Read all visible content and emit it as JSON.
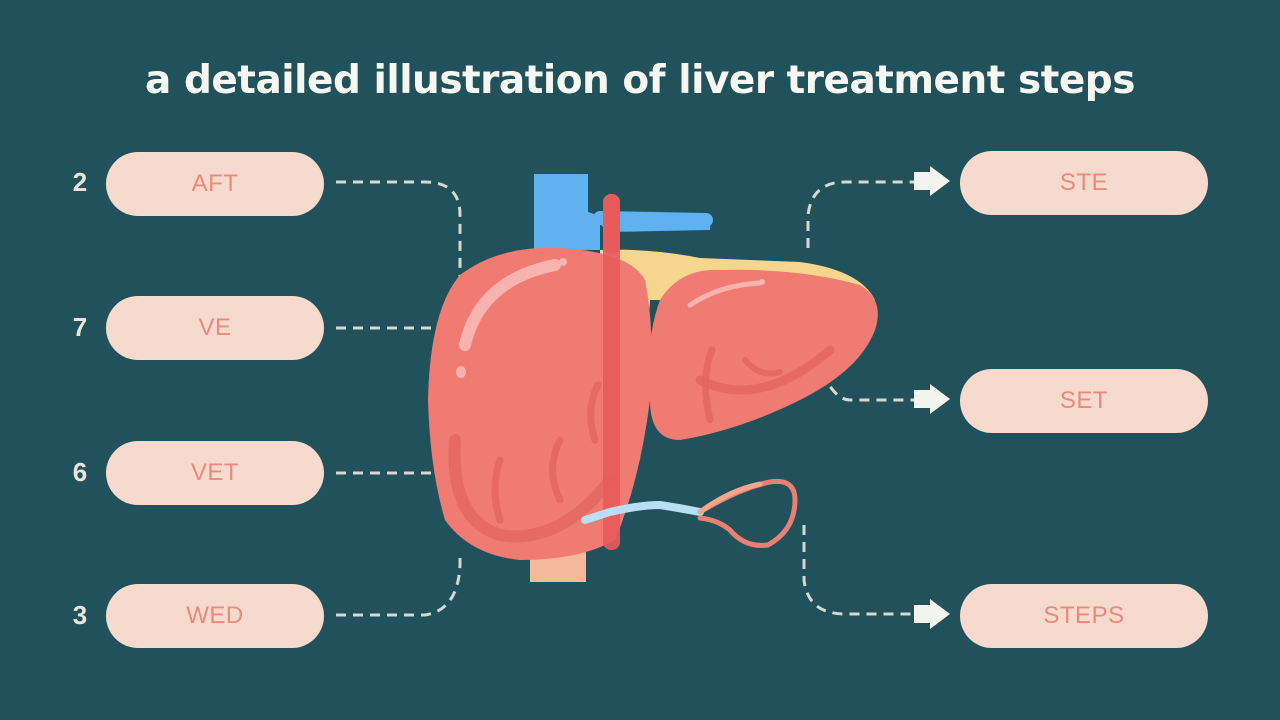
{
  "title": "a detailed illustration of liver treatment steps",
  "colors": {
    "background": "#21525c",
    "pill_fill": "#f6dacd",
    "pill_text": "#e98a7c",
    "liver": "#ef7b72",
    "liver_shadow": "#e2665f",
    "gallbladder_fat": "#f6d58e",
    "vein_blue": "#5fb1ef",
    "artery_red": "#e85b5b",
    "connector": "#d8d8cc"
  },
  "left_steps": [
    {
      "number": "2",
      "label": "AFT"
    },
    {
      "number": "7",
      "label": "VE"
    },
    {
      "number": "6",
      "label": "VET"
    },
    {
      "number": "3",
      "label": "WED"
    }
  ],
  "right_steps": [
    {
      "label": "STE"
    },
    {
      "label": "SET"
    },
    {
      "label": "STEPS"
    }
  ],
  "illustration": {
    "name": "liver",
    "parts": [
      "right-lobe",
      "left-lobe",
      "falciform-ligament",
      "inferior-vena-cava",
      "hepatic-artery",
      "portal-vein",
      "bile-duct"
    ]
  }
}
